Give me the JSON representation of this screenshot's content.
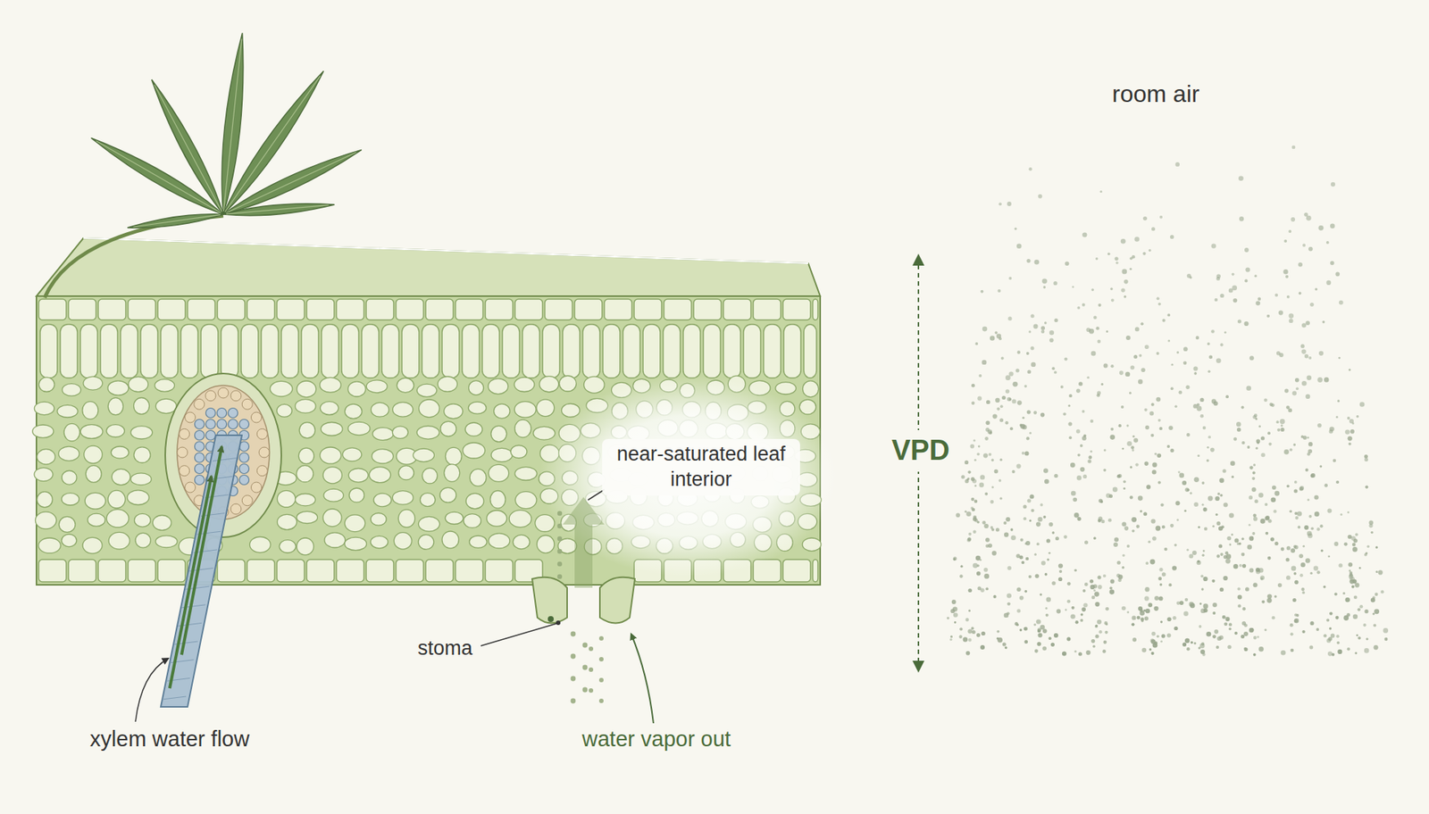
{
  "diagram": {
    "labels": [
      "room air",
      "VPD",
      "near-saturated leaf interior",
      "stoma",
      "xylem water flow",
      "water vapor out"
    ]
  }
}
